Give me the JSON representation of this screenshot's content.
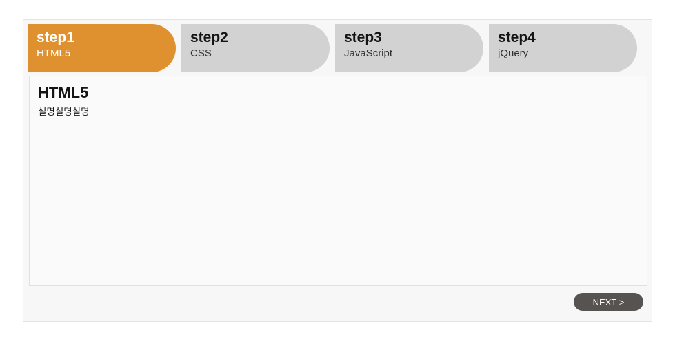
{
  "wizard": {
    "tabs": [
      {
        "step": "step1",
        "label": "HTML5",
        "active": true
      },
      {
        "step": "step2",
        "label": "CSS",
        "active": false
      },
      {
        "step": "step3",
        "label": "JavaScript",
        "active": false
      },
      {
        "step": "step4",
        "label": "jQuery",
        "active": false
      }
    ],
    "panel": {
      "title": "HTML5",
      "description": "설명설명설명"
    },
    "next_button": {
      "label": "NEXT >"
    }
  },
  "colors": {
    "active_tab": "#e0912f",
    "inactive_tab": "#d2d2d2",
    "card_bg": "#f7f7f7",
    "card_border": "#e3e3e3",
    "panel_bg": "#fafafa",
    "panel_border": "#e0e0e0",
    "button_bg": "#575350"
  }
}
